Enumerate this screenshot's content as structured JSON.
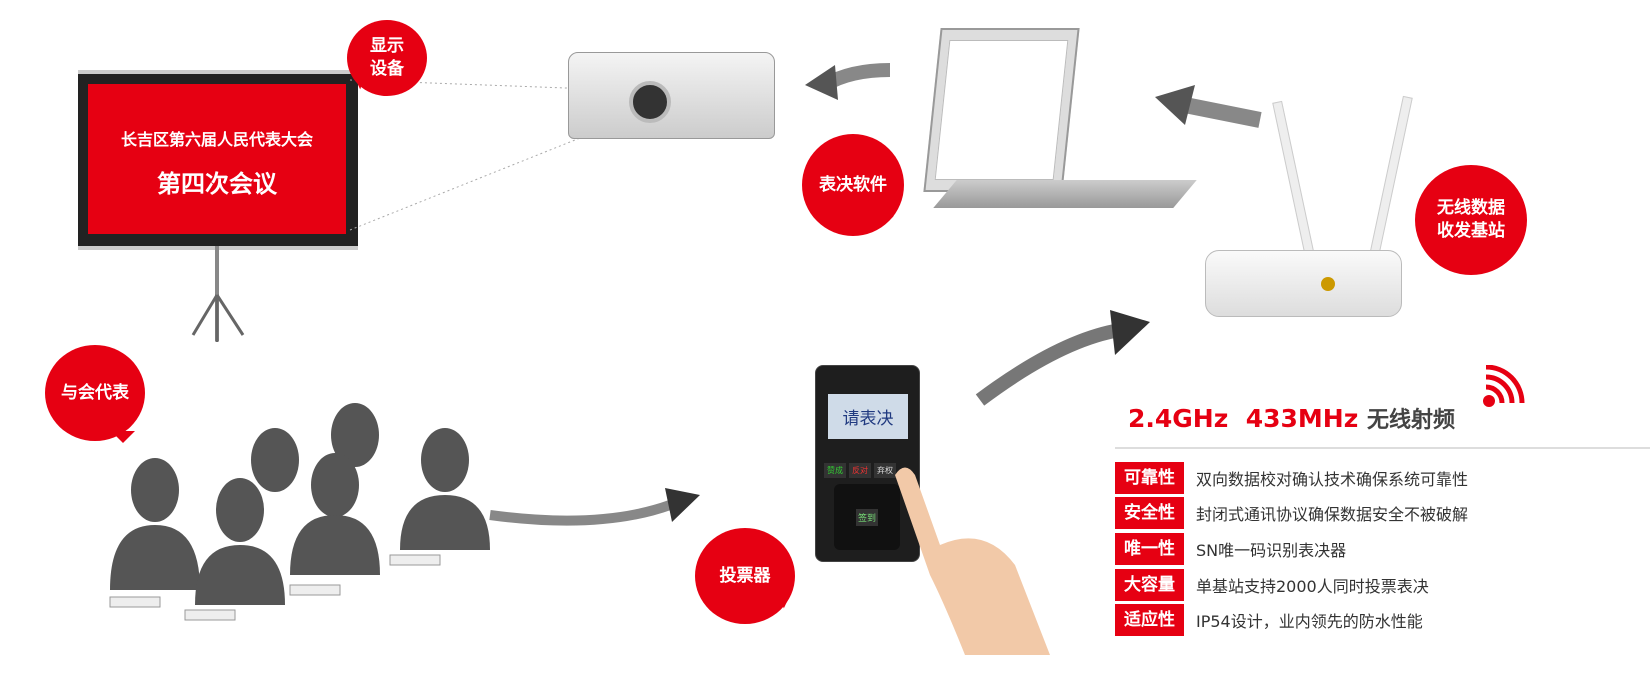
{
  "screen": {
    "line1": "长吉区第六届人民代表大会",
    "line2": "第四次会议"
  },
  "bubbles": {
    "display": "显示\n设备",
    "software": "表决软件",
    "base": "无线数据\n收发基站",
    "delegates": "与会代表",
    "voter": "投票器"
  },
  "device": {
    "screen_text": "请表决",
    "buttons": [
      "赞成",
      "反对",
      "弃权"
    ],
    "center": "签到"
  },
  "freq": {
    "band1": "2.4GHz",
    "band2": "433MHz",
    "label": "无线射频"
  },
  "features": [
    {
      "label": "可靠性",
      "text": "双向数据校对确认技术确保系统可靠性"
    },
    {
      "label": "安全性",
      "text": "封闭式通讯协议确保数据安全不被破解"
    },
    {
      "label": "唯一性",
      "text": "SN唯一码识别表决器"
    },
    {
      "label": "大容量",
      "text": "单基站支持2000人同时投票表决"
    },
    {
      "label": "适应性",
      "text": "IP54设计，业内领先的防水性能"
    }
  ],
  "colors": {
    "accent": "#e60012"
  }
}
